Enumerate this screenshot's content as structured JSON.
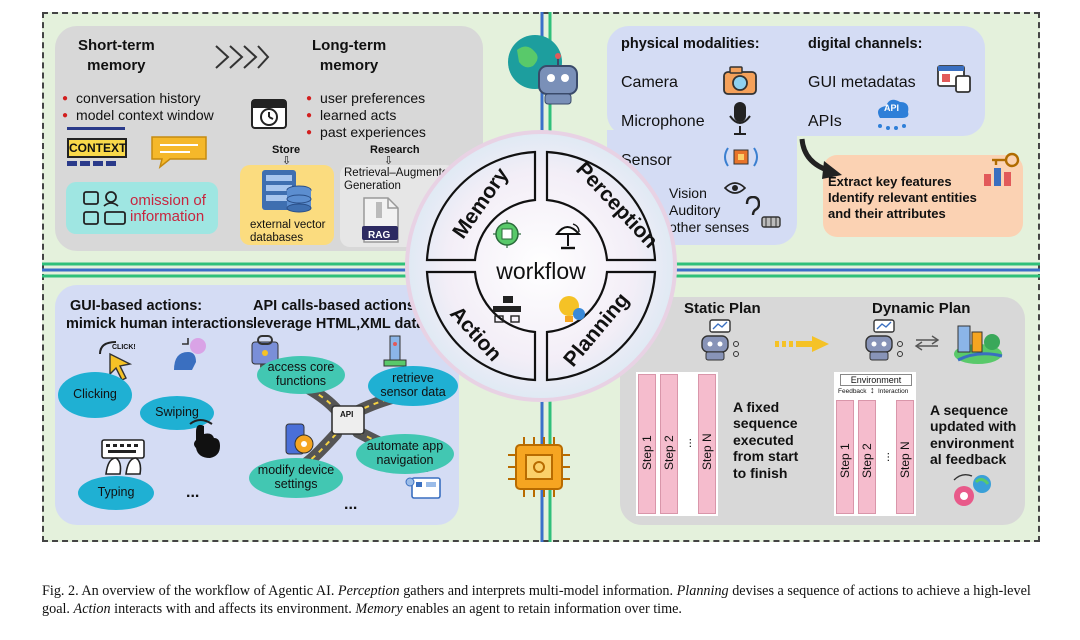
{
  "memory": {
    "short_term": "Short-term\nmemory",
    "long_term": "Long-term\nmemory",
    "short_items": [
      "conversation history",
      "model context window"
    ],
    "long_items": [
      "user preferences",
      "learned acts",
      "past experiences"
    ],
    "context_label": "CONTEXT",
    "omission": "omission of\ninformation",
    "store": "Store",
    "research": "Research",
    "external_db": "external vector\ndatabases",
    "rag_title": "Retrieval–Augmented\nGeneration",
    "rag_badge": "RAG"
  },
  "perception": {
    "physical_title": "physical modalities:",
    "digital_title": "digital channels:",
    "physical": [
      "Camera",
      "Microphone",
      "Sensor"
    ],
    "digital": [
      "GUI metadatas",
      "APIs"
    ],
    "other": [
      "Vision",
      "Auditory",
      "other senses"
    ],
    "api_badge": "API",
    "extract": [
      "Extract key features",
      "Identify relevant entities",
      "and their attributes"
    ]
  },
  "wheel": {
    "center": "workflow",
    "segments": [
      "Memory",
      "Perception",
      "Action",
      "Planning"
    ]
  },
  "action": {
    "gui_title": "GUI-based actions:",
    "gui_sub": "mimick human interactions",
    "api_title": "API calls-based actions:",
    "api_sub": "leverage HTML,XML data",
    "gui_items": [
      "Clicking",
      "Swiping",
      "Typing"
    ],
    "api_items": [
      "access core\nfunctions",
      "retrieve\nsensor data",
      "modify device\nsettings",
      "automate app\nnavigation"
    ],
    "ellipsis": "...",
    "click_badge": "CLICK!",
    "api_chip": "API"
  },
  "planning": {
    "static_title": "Static Plan",
    "dynamic_title": "Dynamic Plan",
    "static_desc": "A fixed\nsequence\nexecuted\nfrom start\nto finish",
    "dynamic_desc": "A sequence\nupdated with\nenvironment\nal feedback",
    "steps": [
      "Step 1",
      "Step 2",
      "...",
      "Step N"
    ],
    "environment": "Environment",
    "feedback": "Feedback",
    "interaction": "Interaction"
  },
  "caption": {
    "prefix": "Fig. 2.  An overview of the workflow of Agentic AI. ",
    "perception_word": "Perception",
    "perception_text": " gathers and interprets multi-model information. ",
    "planning_word": "Planning",
    "planning_text": " devises a sequence of actions to achieve a high-level goal. ",
    "action_word": "Action",
    "action_text": " interacts with and affects its environment. ",
    "memory_word": "Memory",
    "memory_text": " enables an agent to retain information over time."
  },
  "colors": {
    "background": "#e4f1dc",
    "memory_panel": "#d8d8d8",
    "perception_panel": "#d4dcf4",
    "extract_panel": "#fbd2b3",
    "ellipse_blue": "#1fb0d3",
    "ellipse_green": "#42c7b2",
    "bullet_red": "#d21f1f",
    "step_bar": "#f5bccd",
    "line_blue": "#3b6fc9",
    "line_green": "#2fc07a"
  }
}
